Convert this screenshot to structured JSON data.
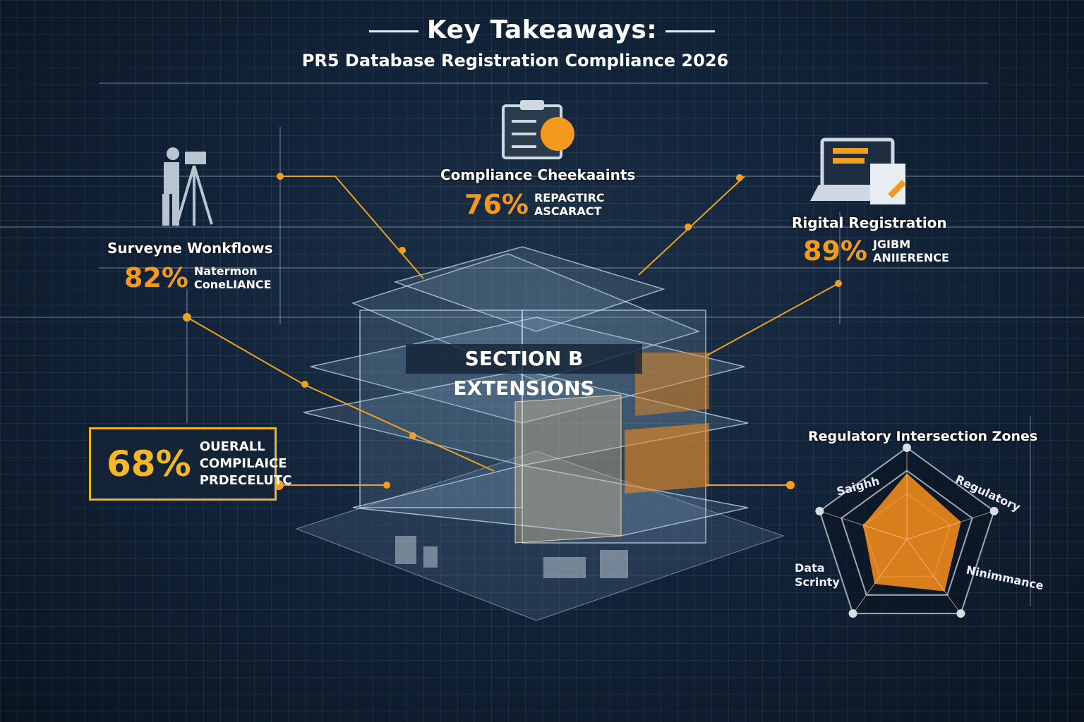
{
  "header": {
    "title": "Key Takeaways:",
    "subtitle": "PR5 Database Registration Compliance 2026"
  },
  "colors": {
    "background": "#13243a",
    "accent_orange": "#f39a1e",
    "accent_gold": "#f5b72a",
    "text": "#ffffff"
  },
  "callouts": [
    {
      "icon": "surveyor-icon",
      "label": "Surveyne Wonkflows",
      "value": "82%",
      "desc1": "Natermon",
      "desc2": "ConeLIANCE"
    },
    {
      "icon": "clipboard-icon",
      "label": "Compliance Cheekaaints",
      "value": "76%",
      "desc1": "REPAGTIRC",
      "desc2": "ASCARACT"
    },
    {
      "icon": "laptop-registration-icon",
      "label": "Rigital Registration",
      "value": "89%",
      "desc1": "JGIBM",
      "desc2": "ANIIERENCE"
    }
  ],
  "overall": {
    "value": "68%",
    "line1": "OUERALL",
    "line2": "COMPILAICE",
    "line3": "PRDECELUTC"
  },
  "building": {
    "label": "SECTION B EXTENSIONS"
  },
  "radar": {
    "title": "Regulatory Intersection Zones",
    "axes": [
      "Saighh",
      "Regulatory",
      "Ninimmance",
      "Data Scrinty"
    ],
    "levels": [
      0.72,
      0.62,
      0.7,
      0.6,
      0.5
    ]
  }
}
